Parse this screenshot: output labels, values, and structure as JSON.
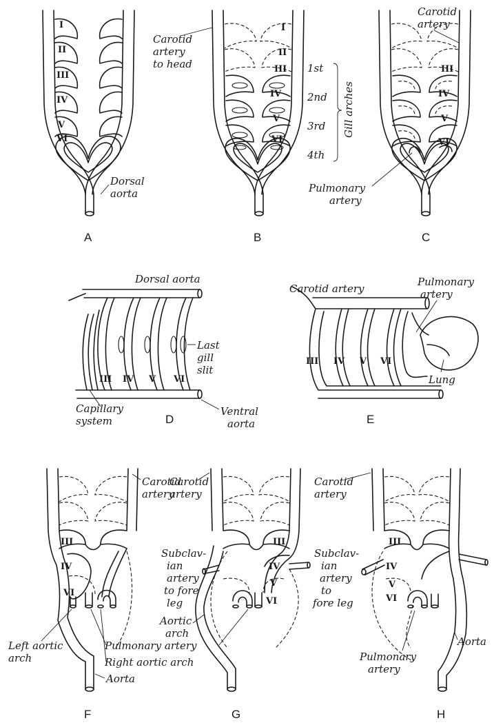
{
  "panel_letters": [
    "A",
    "B",
    "C",
    "D",
    "E",
    "F",
    "G",
    "H"
  ],
  "roman": [
    "I",
    "II",
    "III",
    "IV",
    "V",
    "VI"
  ],
  "labels": {
    "dorsal_aorta": "Dorsal",
    "dorsal_aorta_2": "aorta",
    "carotid_head_1": "Carotid",
    "carotid_head_2": "artery",
    "carotid_head_3": "to head",
    "gill_arches": "Gill arches",
    "arch_1st": "1st",
    "arch_2nd": "2nd",
    "arch_3rd": "3rd",
    "arch_4th": "4th",
    "carotid_1": "Carotid",
    "carotid_2": "artery",
    "pulmonary_1": "Pulmonary",
    "pulmonary_2": "artery",
    "d_dorsal_aorta": "Dorsal aorta",
    "last_gill_1": "Last",
    "last_gill_2": "gill",
    "last_gill_3": "slit",
    "capillary_1": "Capillary",
    "capillary_2": "system",
    "ventral_1": "Ventral",
    "ventral_2": "aorta",
    "e_carotid": "Carotid artery",
    "lung": "Lung",
    "subclavian_1": "Subclav-",
    "subclavian_2": "ian",
    "subclavian_3": "artery",
    "subclavian_4": "to fore",
    "subclavian_5": "leg",
    "subclavian_h_3": "artery",
    "subclavian_h_4": "to",
    "subclavian_h_5": "fore leg",
    "aortic_arch_1": "Aortic",
    "aortic_arch_2": "arch",
    "left_aortic_1": "Left aortic",
    "left_aortic_2": "arch",
    "pulmonary_artery": "Pulmonary artery",
    "right_aortic": "Right aortic arch",
    "aorta": "Aorta"
  }
}
